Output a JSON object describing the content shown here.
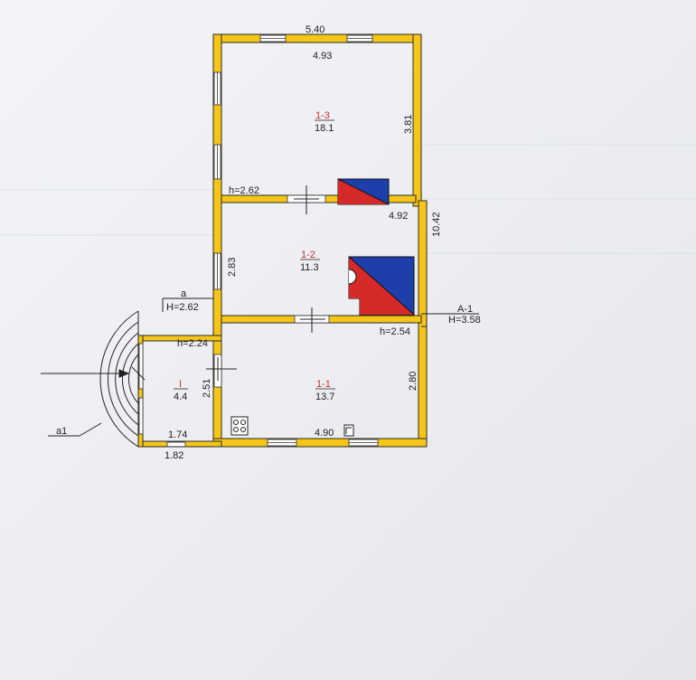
{
  "plan": {
    "overall_width": "5.40",
    "overall_length": "10.42",
    "rooms": [
      {
        "num": "1-3",
        "area": "18.1"
      },
      {
        "num": "1-2",
        "area": "11.3"
      },
      {
        "num": "1-1",
        "area": "13.7"
      },
      {
        "num": "I",
        "area": "4.4"
      }
    ],
    "dims": {
      "top_inner": "4.93",
      "right_top": "3.81",
      "h_top": "h=2.62",
      "right_mid": "4.92",
      "left_mid": "2.83",
      "left_low": "2.51",
      "a_h": "H=2.62",
      "h_veranda": "h=2.24",
      "h_low": "h=2.54",
      "right_low": "2.80",
      "bottom_inner": "4.90",
      "veranda_inner": "1.74",
      "veranda_outer": "1.82"
    },
    "labels": {
      "a": "a",
      "a1": "a1",
      "a_1": "A-1",
      "H_main": "H=3.58"
    }
  }
}
